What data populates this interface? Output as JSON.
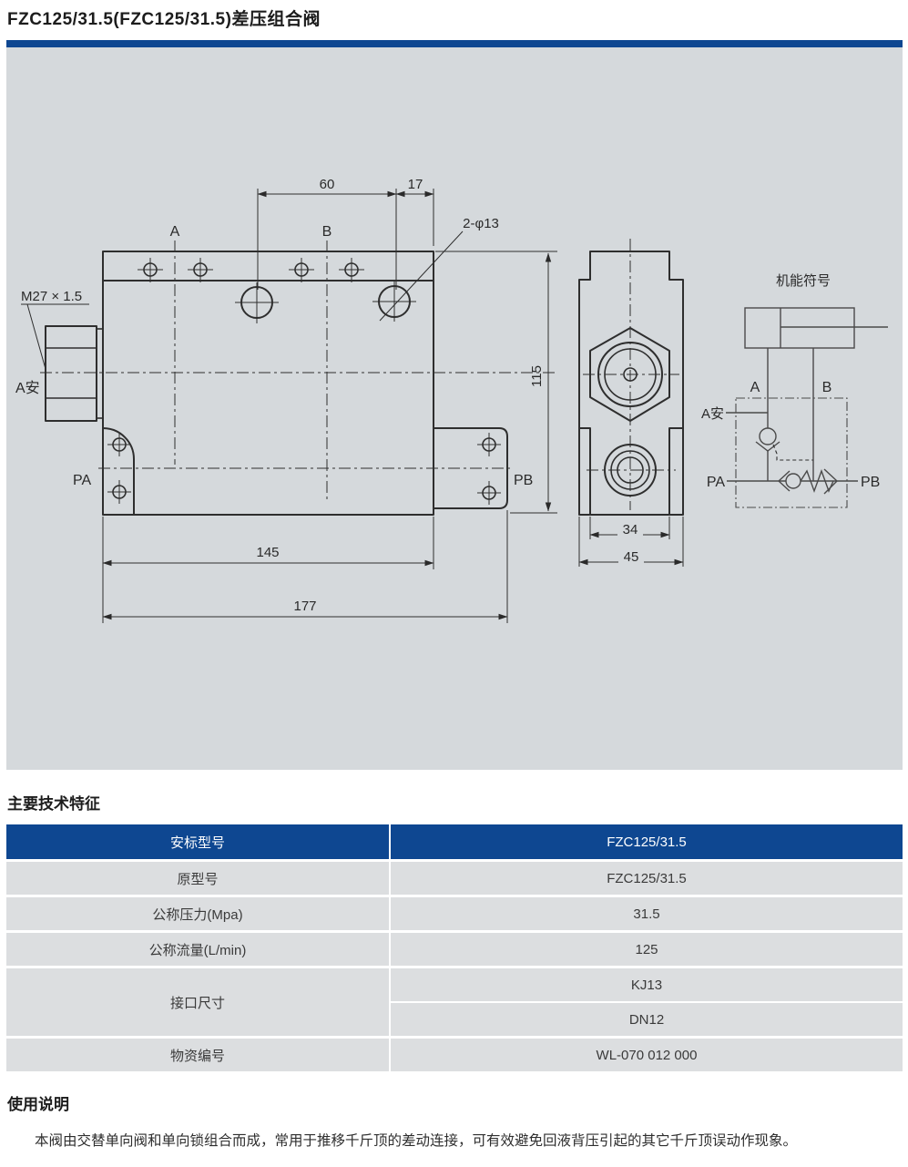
{
  "page": {
    "title": "FZC125/31.5(FZC125/31.5)差压组合阀",
    "specs_heading": "主要技术特征",
    "usage_heading": "使用说明",
    "usage_text": "本阀由交替单向阀和单向锁组合而成，常用于推移千斤顶的差动连接，可有效避免回液背压引起的其它千斤顶误动作现象。"
  },
  "colors": {
    "accent_blue": "#0e4791",
    "drawing_bg": "#d5d9dc",
    "row_gray": "#dcdee0"
  },
  "drawing": {
    "front": {
      "labels": {
        "m27": "M27 × 1.5",
        "a_port": "A安",
        "pa": "PA",
        "pb": "PB",
        "axis_a": "A",
        "axis_b": "B"
      },
      "dims": {
        "d60": "60",
        "d17": "17",
        "holes": "2-φ13",
        "d115": "115",
        "d145": "145",
        "d177": "177"
      }
    },
    "side": {
      "dims": {
        "d34": "34",
        "d45": "45"
      }
    },
    "schematic": {
      "title": "机能符号",
      "labels": {
        "a": "A",
        "b": "B",
        "a_port": "A安",
        "pa": "PA",
        "pb": "PB"
      }
    }
  },
  "table": {
    "rows": [
      {
        "label": "安标型号",
        "value": "FZC125/31.5"
      },
      {
        "label": "原型号",
        "value": "FZC125/31.5"
      },
      {
        "label": "公称压力(Mpa)",
        "value": "31.5"
      },
      {
        "label": "公称流量(L/min)",
        "value": "125"
      },
      {
        "label": "接口尺寸",
        "value1": "KJ13",
        "value2": "DN12"
      },
      {
        "label": "物资编号",
        "value": "WL-070 012 000"
      }
    ]
  }
}
